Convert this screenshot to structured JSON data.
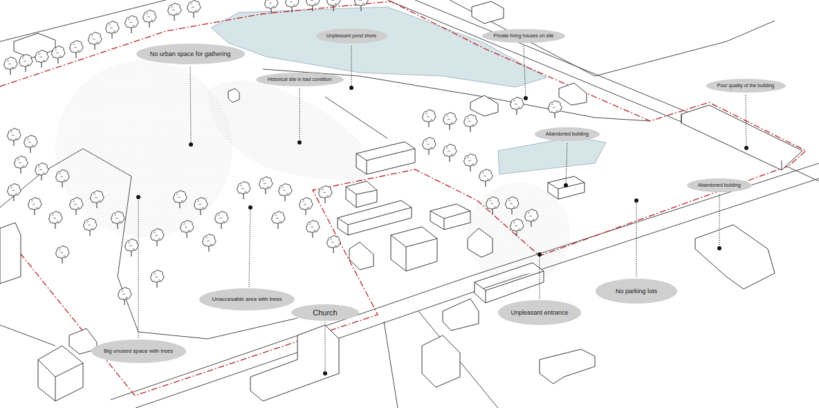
{
  "diagram": {
    "nodes": [
      {
        "text": [
          "Unpleasant pond shore"
        ]
      },
      {
        "text": [
          "Private living houses on site"
        ]
      },
      {
        "text": [
          "No urban space for gathering"
        ]
      },
      {
        "text": [
          "Historical site in bad condition"
        ]
      },
      {
        "text": [
          "Poor quality of the building"
        ]
      },
      {
        "text": [
          "Abandoned building"
        ]
      },
      {
        "text": [
          "Abandoned building"
        ]
      },
      {
        "text": [
          "No parking lots"
        ]
      },
      {
        "text": [
          "Unaccesable area with trees"
        ]
      },
      {
        "text": [
          "Church"
        ]
      },
      {
        "text": [
          "Unpleasant entrance"
        ]
      },
      {
        "text": [
          "Big unused space with trees"
        ]
      }
    ]
  }
}
